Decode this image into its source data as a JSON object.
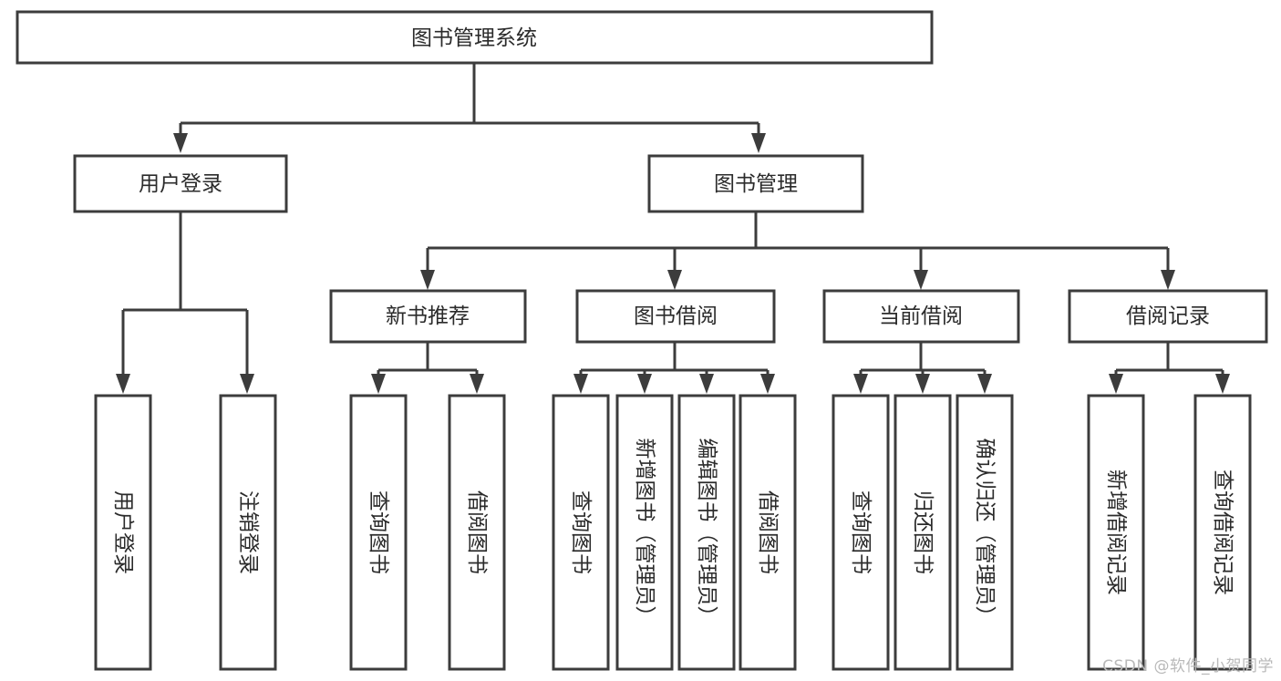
{
  "diagram": {
    "title": "图书管理系统",
    "type": "tree",
    "watermark": "CSDN @软件_小贺同学",
    "colors": {
      "box_stroke": "#3c3c3c",
      "box_fill": "#ffffff",
      "text": "#2b2b2b",
      "background": "#ffffff",
      "watermark": "#b9b9b9"
    },
    "levels": {
      "root": {
        "label": "图书管理系统"
      },
      "level2": [
        {
          "id": "user-login",
          "label": "用户登录"
        },
        {
          "id": "book-management",
          "label": "图书管理"
        }
      ],
      "level3": [
        {
          "id": "new-book-recommend",
          "label": "新书推荐",
          "parent": "book-management"
        },
        {
          "id": "book-borrow",
          "label": "图书借阅",
          "parent": "book-management"
        },
        {
          "id": "current-borrow",
          "label": "当前借阅",
          "parent": "book-management"
        },
        {
          "id": "borrow-record",
          "label": "借阅记录",
          "parent": "book-management"
        }
      ],
      "leaves": [
        {
          "id": "leaf-user-login",
          "label": "用户登录",
          "parent": "user-login"
        },
        {
          "id": "leaf-logout",
          "label": "注销登录",
          "parent": "user-login"
        },
        {
          "id": "leaf-query-book-1",
          "label": "查询图书",
          "parent": "new-book-recommend"
        },
        {
          "id": "leaf-borrow-book-1",
          "label": "借阅图书",
          "parent": "new-book-recommend"
        },
        {
          "id": "leaf-query-book-2",
          "label": "查询图书",
          "parent": "book-borrow"
        },
        {
          "id": "leaf-add-book",
          "label": "新增图书（管理员）",
          "parent": "book-borrow"
        },
        {
          "id": "leaf-edit-book",
          "label": "编辑图书（管理员）",
          "parent": "book-borrow"
        },
        {
          "id": "leaf-borrow-book-2",
          "label": "借阅图书",
          "parent": "book-borrow"
        },
        {
          "id": "leaf-query-book-3",
          "label": "查询图书",
          "parent": "current-borrow"
        },
        {
          "id": "leaf-return-book",
          "label": "归还图书",
          "parent": "current-borrow"
        },
        {
          "id": "leaf-confirm-return",
          "label": "确认归还（管理员）",
          "parent": "current-borrow"
        },
        {
          "id": "leaf-add-record",
          "label": "新增借阅记录",
          "parent": "borrow-record"
        },
        {
          "id": "leaf-query-record",
          "label": "查询借阅记录",
          "parent": "borrow-record"
        }
      ]
    }
  }
}
